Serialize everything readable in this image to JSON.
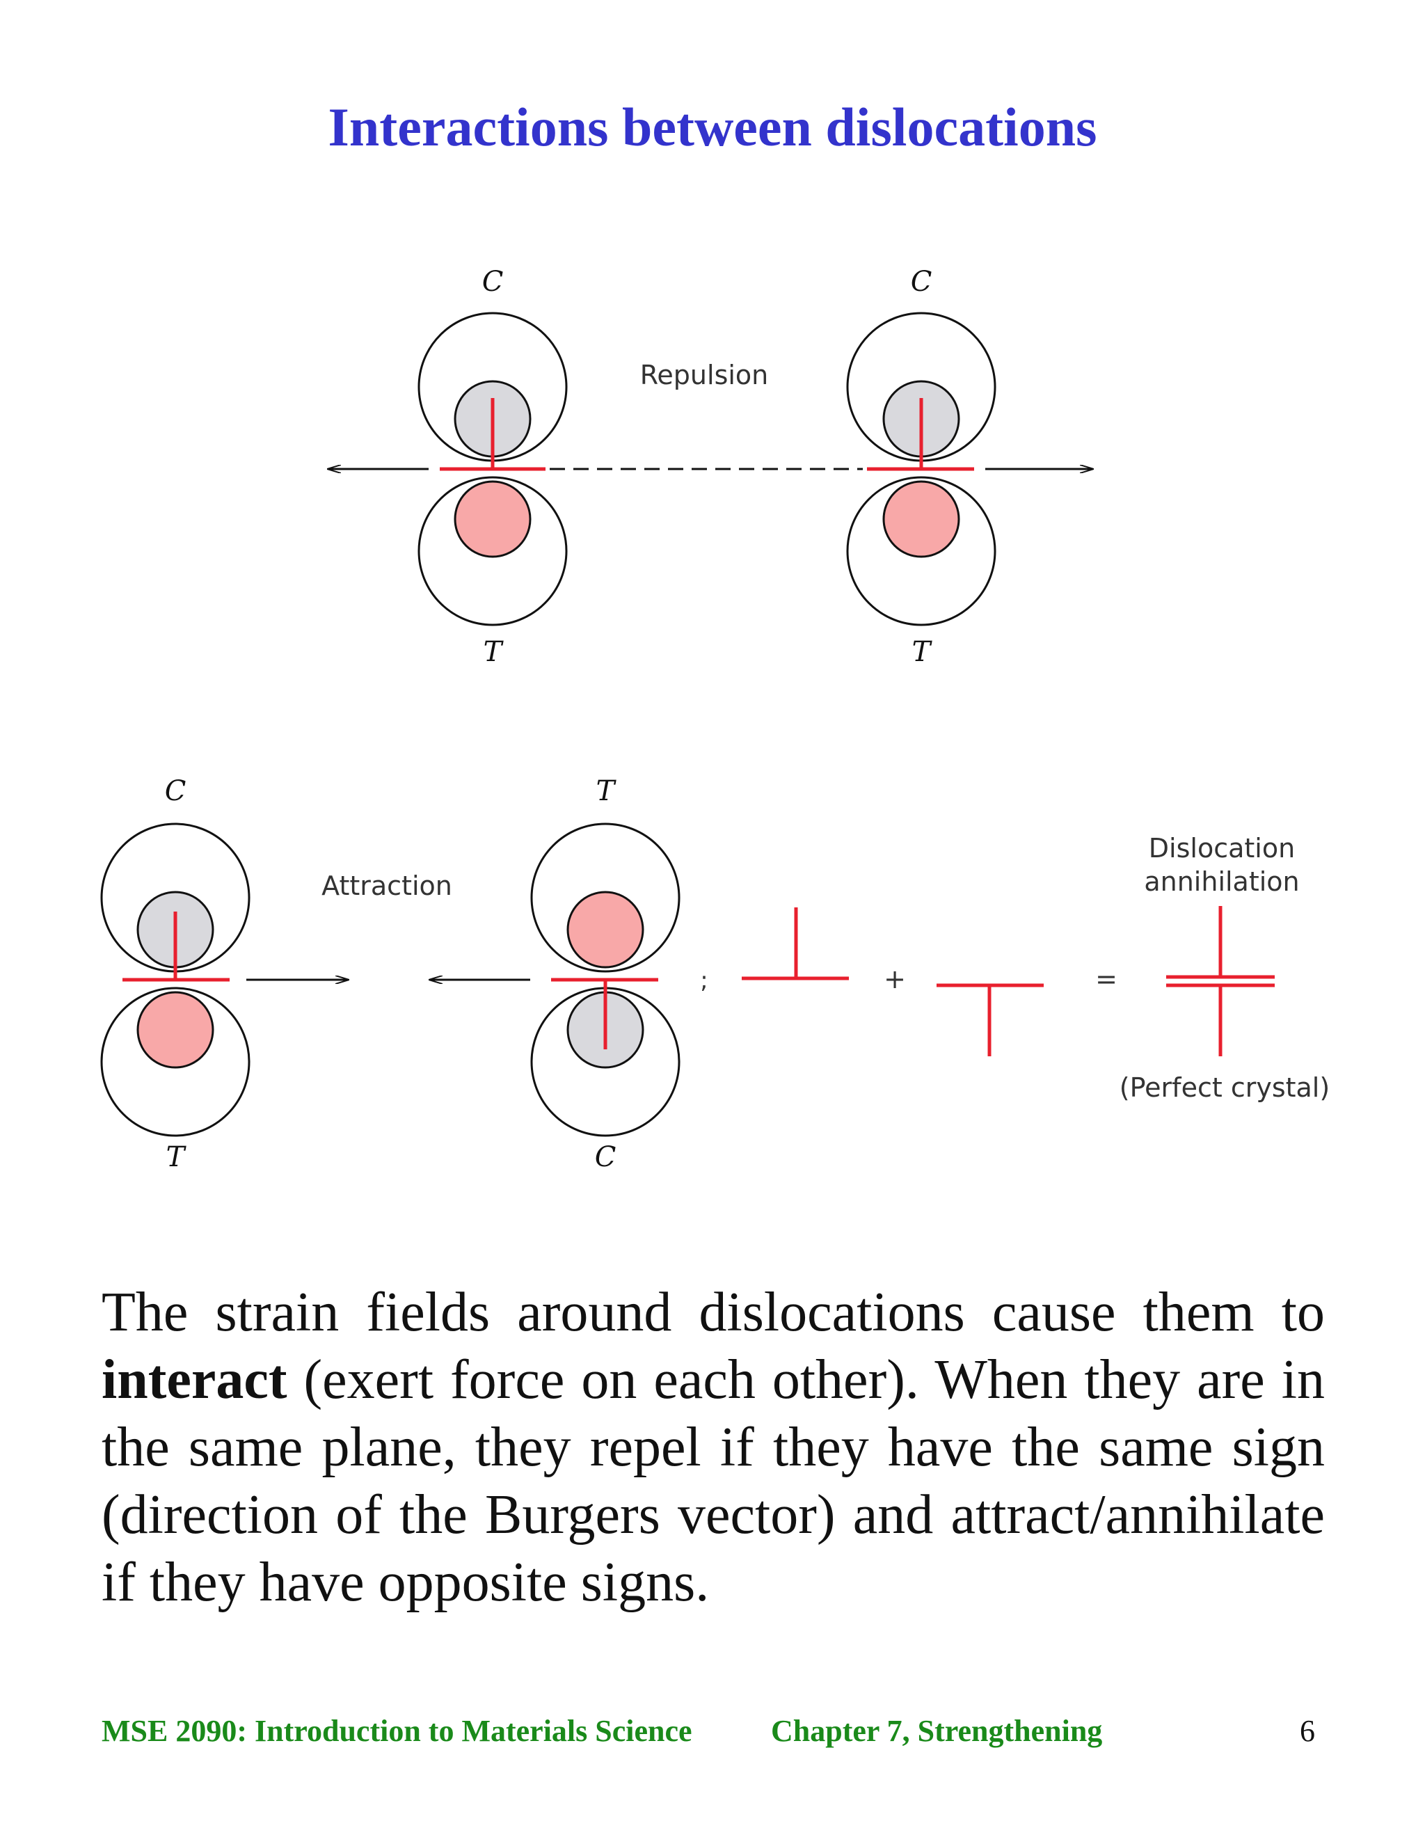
{
  "title": "Interactions between dislocations",
  "figure": {
    "repulsion": {
      "label": "Repulsion",
      "left": {
        "top_label": "C",
        "bottom_label": "T"
      },
      "right": {
        "top_label": "C",
        "bottom_label": "T"
      }
    },
    "attraction": {
      "label": "Attraction",
      "left": {
        "top_label": "C",
        "bottom_label": "T"
      },
      "right": {
        "top_label": "T",
        "bottom_label": "C"
      }
    },
    "annihilation": {
      "separator": ";",
      "plus": "+",
      "equals": "=",
      "label_line1": "Dislocation",
      "label_line2": "annihilation",
      "result_label": "(Perfect crystal)"
    },
    "colors": {
      "dislocation": "#e8202e",
      "compression_fill": "#d9d9dd",
      "tension_fill": "#f8a8a8"
    }
  },
  "paragraph": {
    "part1": "The strain fields around dislocations cause them to ",
    "bold": "interact",
    "part2": " (exert force on each other). When they are in the same plane, they repel if they have the same sign (direction of the Burgers vector) and attract/annihilate if they have opposite signs."
  },
  "footer": {
    "course": "MSE 2090: Introduction to Materials Science",
    "chapter": "Chapter 7, Strengthening",
    "page": "6"
  }
}
